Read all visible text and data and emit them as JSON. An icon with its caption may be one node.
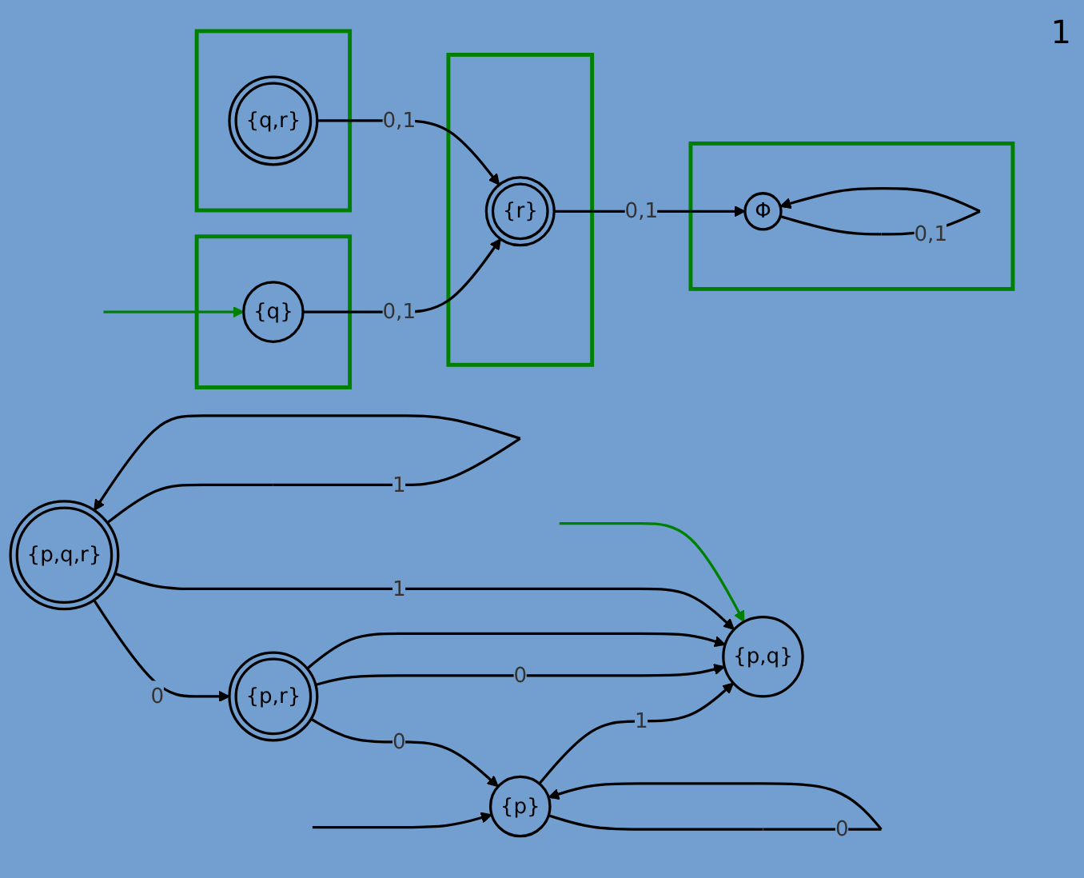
{
  "diagram": {
    "nodes": [
      {
        "text": [],
        "shape": "box"
      },
      {
        "text": [
          "Φ"
        ],
        "in": 0
      },
      {
        "text": [
          "{p}"
        ]
      },
      {
        "text": [],
        "shape": "box"
      },
      {
        "text": [
          "{q}"
        ],
        "in": 3
      },
      {
        "text": [],
        "shape": "box"
      },
      {
        "text": [
          "{r}"
        ],
        "in": 5
      },
      {
        "text": [
          "{p,q,r}"
        ]
      },
      {
        "text": [
          "{p,r}"
        ]
      },
      {
        "text": [],
        "shape": "box"
      },
      {
        "text": [
          "{q,r}"
        ],
        "in": 9
      },
      {
        "text": [
          "{p,q}"
        ]
      }
    ],
    "edges": [
      {
        "from": null,
        "to": 2,
        "arrow": "to"
      },
      {
        "from": 2,
        "to": 2,
        "label": "0",
        "arrow": "to"
      },
      {
        "from": 1,
        "to": 1,
        "label": "0,1",
        "arrow": "to"
      },
      {
        "from": 4,
        "to": 6,
        "label": "0,1",
        "arrow": "to"
      },
      {
        "from": 6,
        "to": 1,
        "label": "0,1",
        "arrow": "to"
      },
      {
        "from": 2,
        "to": 11,
        "label": "1",
        "arrow": "to"
      },
      {
        "from": 8,
        "to": 2,
        "label": "0",
        "arrow": "to"
      },
      {
        "from": 8,
        "to": 11,
        "label": "0",
        "arrow": "to"
      },
      {
        "from": 8,
        "to": 11,
        "arrow": "to"
      },
      {
        "from": 7,
        "to": 7,
        "label": "1",
        "arrow": "to"
      },
      {
        "from": 7,
        "to": 8,
        "label": "0",
        "arrow": "to"
      },
      {
        "from": 7,
        "to": 11,
        "label": "1",
        "arrow": "to"
      },
      {
        "from": 10,
        "to": 6,
        "label": "0,1",
        "arrow": "to"
      },
      {
        "from": null,
        "to": 4,
        "arrow": "to",
        "color": "#008000"
      },
      {
        "from": null,
        "to": 11,
        "arrow": "to",
        "color": "#008000"
      }
    ],
    "labels": [
      "1"
    ]
  }
}
